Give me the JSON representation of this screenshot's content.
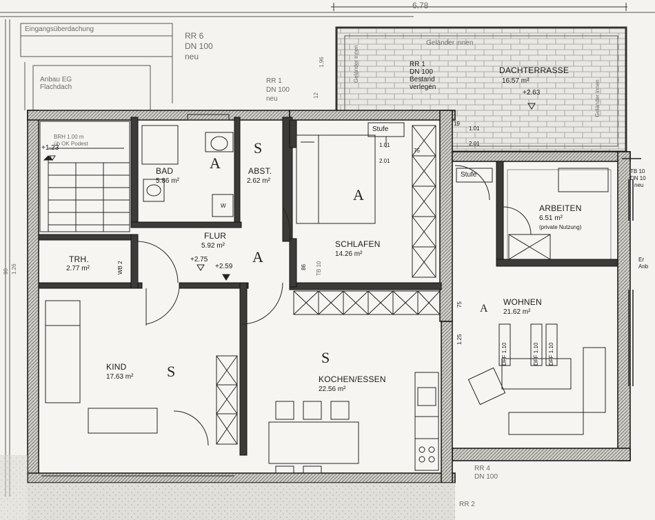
{
  "dimensions": {
    "top_width": "6.78",
    "left_stair_height": "1.96",
    "left_side": "1.26",
    "left_side_b": "90",
    "small_12": "12",
    "stufe_a": "1.01",
    "stufe_b": "2.01",
    "stufe_c": "75",
    "terrace_19": "19",
    "terrace_101": "1.01",
    "terrace_201": "2.01",
    "flur_86": "86",
    "wohnen_75": "75",
    "wohnen_125": "1.25"
  },
  "annotations": {
    "eingang": "Eingangsüberdachung",
    "anbau_1": "Anbau EG",
    "anbau_2": "Flachdach",
    "rr6_1": "RR 6",
    "rr6_2": "DN 100",
    "rr6_3": "neu",
    "rr1_1": "RR 1",
    "rr1_2": "DN 100",
    "rr1_3": "neu",
    "rr1b_1": "RR 1",
    "rr1b_2": "DN 100",
    "rr1b_3": "Bestand",
    "rr1b_4": "verlegen",
    "rr4_1": "RR 4",
    "rr4_2": "DN 100",
    "rr2": "RR 2",
    "gelaender_top": "Geländer innen",
    "gelaender_left": "Geländer innen",
    "gelaender_right": "Geländer innen",
    "stufe_1": "Stufe",
    "stufe_2": "Stufe",
    "brh_1": "BRH 1.00 m",
    "brh_2": "üb OK Podest",
    "stair_level": "+1.23",
    "trh_wb": "WB 2",
    "tb": "TB 10",
    "tb_stair": "TB 10",
    "dn_right": "DN 10",
    "neu_right": "neu",
    "anb_right": "Anb",
    "er_right": "Er",
    "w_mark": "W",
    "level_1": "+2.75",
    "level_2": "+2.59",
    "level_3": "+2.63",
    "dff1": "DFF 1.10",
    "dff2": "DFF 1.10",
    "dff3": "DFF 1.10"
  },
  "rooms": {
    "bad": {
      "name": "BAD",
      "area": "5.86 m²"
    },
    "abst": {
      "name": "ABST.",
      "area": "2.62 m²"
    },
    "flur": {
      "name": "FLUR",
      "area": "5.92 m²"
    },
    "trh": {
      "name": "TRH.",
      "area": "2.77 m²"
    },
    "schlafen": {
      "name": "SCHLAFEN",
      "area": "14.26 m²"
    },
    "kind": {
      "name": "KIND",
      "area": "17.63 m²"
    },
    "kochen": {
      "name": "KOCHEN/ESSEN",
      "area": "22.56 m²"
    },
    "arbeiten": {
      "name": "ARBEITEN",
      "area": "6.51 m²",
      "note": "(private Nutzung)"
    },
    "wohnen": {
      "name": "WOHNEN",
      "area": "21.62 m²"
    },
    "terrasse": {
      "name": "DACHTERRASSE",
      "area": "16.57 m²"
    }
  }
}
